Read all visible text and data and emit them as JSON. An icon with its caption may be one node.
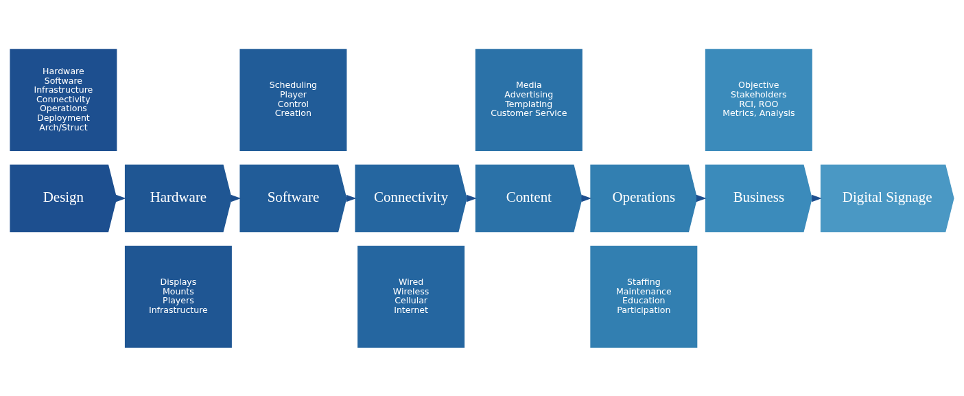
{
  "diagram": {
    "nodes": [
      {
        "text": [
          "Hardware",
          "Software",
          "Infrastructure",
          "Connectivity",
          "Operations",
          "Deployment",
          "Arch/Struct"
        ]
      },
      {
        "text": [
          "Scheduling",
          "Player",
          "Control",
          "Creation"
        ]
      },
      {
        "text": [
          "Media",
          "Advertising",
          "Templating",
          "Customer Service"
        ]
      },
      {
        "text": [
          "Objective",
          "Stakeholders",
          "RCI, ROO",
          "Metrics, Analysis"
        ]
      },
      {
        "text": [
          "Design"
        ]
      },
      {
        "text": [
          "Hardware"
        ]
      },
      {
        "text": [
          "Software"
        ]
      },
      {
        "text": [
          "Connectivity"
        ]
      },
      {
        "text": [
          "Content"
        ]
      },
      {
        "text": [
          "Operations"
        ]
      },
      {
        "text": [
          "Business"
        ]
      },
      {
        "text": [
          "Digital Signage"
        ]
      },
      {
        "text": [
          "Displays",
          "Mounts",
          "Players",
          "Infrastructure"
        ]
      },
      {
        "text": [
          "Wired",
          "Wireless",
          "Cellular",
          "Internet"
        ]
      },
      {
        "text": [
          "Staffing",
          "Maintenance",
          "Education",
          "Participation"
        ]
      }
    ],
    "edges": [
      {
        "from": 4,
        "to": 5,
        "arrow": "to"
      },
      {
        "from": 5,
        "to": 6,
        "arrow": "to"
      },
      {
        "from": 6,
        "to": 7,
        "arrow": "to"
      },
      {
        "from": 7,
        "to": 8,
        "arrow": "to"
      },
      {
        "from": 8,
        "to": 9,
        "arrow": "to"
      },
      {
        "from": 9,
        "to": 10,
        "arrow": "to"
      },
      {
        "from": 10,
        "to": 11,
        "arrow": "to"
      }
    ]
  }
}
